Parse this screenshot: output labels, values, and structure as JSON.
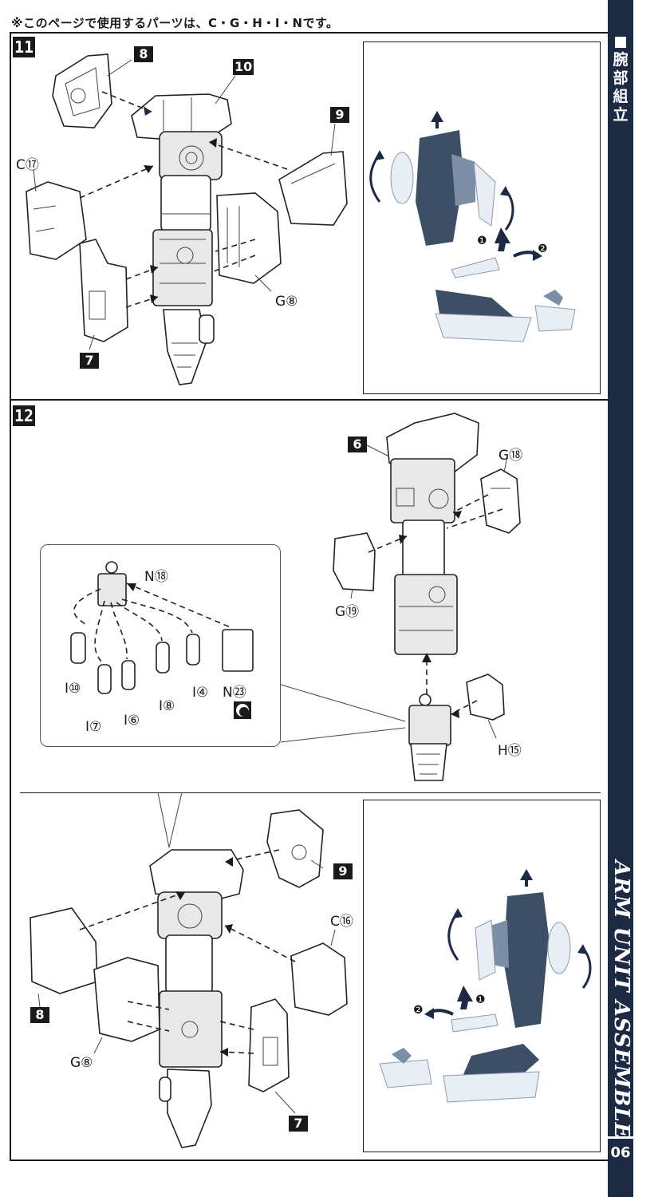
{
  "header": {
    "note": "※このページで使用するパーツは、C・G・H・I・Nです。"
  },
  "sidebar": {
    "title_jp_lines": [
      "腕",
      "部",
      "組",
      "立"
    ],
    "title_en": "ARM UNIT ASSEMBLE",
    "page_number": "06"
  },
  "step11": {
    "badge": "11",
    "parts": {
      "p8": "8",
      "p10": "10",
      "p9": "9",
      "p7": "7",
      "c17": "C⑰",
      "g8": "G⑧"
    },
    "photo_markers": {
      "m1": "❶",
      "m2": "❷"
    }
  },
  "step12": {
    "badge": "12",
    "parts": {
      "p6": "6",
      "g18": "G⑱",
      "g19": "G⑲",
      "h15": "H⑮"
    },
    "inset": {
      "n18": "N⑱",
      "i10": "I⑩",
      "i7": "I⑦",
      "i6": "I⑥",
      "i8": "I⑧",
      "i4": "I④",
      "n23": "N㉓"
    }
  },
  "step12b": {
    "parts": {
      "p9": "9",
      "p8": "8",
      "p7": "7",
      "c16": "C⑯",
      "g8": "G⑧"
    },
    "photo_markers": {
      "m1": "❶",
      "m2": "❷"
    }
  }
}
